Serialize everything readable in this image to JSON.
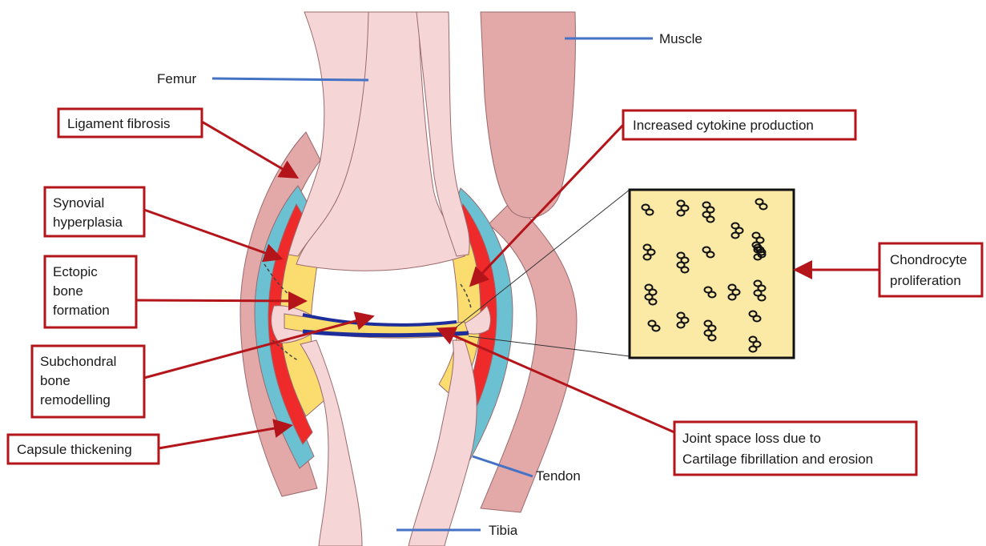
{
  "colors": {
    "bone": "#f5d5d6",
    "bone_outline": "#9a6a6d",
    "muscle": "#e3a8a8",
    "capsule": "#6bc1d2",
    "synovium": "#ee2a2a",
    "fluid": "#fbdc6e",
    "cartilage": "#1d2d9a",
    "callout_border": "#b3151b",
    "pointer_line": "#4472c4",
    "inset_fill": "#fbeaa6"
  },
  "labels": {
    "femur": "Femur",
    "muscle": "Muscle",
    "tendon": "Tendon",
    "tibia": "Tibia"
  },
  "callouts": {
    "ligament_fibrosis": "Ligament fibrosis",
    "synovial_hyperplasia": [
      "Synovial",
      "hyperplasia"
    ],
    "ectopic_bone_formation": [
      "Ectopic",
      "bone",
      "formation"
    ],
    "subchondral_bone_remodelling": [
      "Subchondral",
      "bone",
      "remodelling"
    ],
    "capsule_thickening": "Capsule thickening",
    "increased_cytokine_production": "Increased cytokine production",
    "chondrocyte_proliferation": [
      "Chondrocyte",
      "proliferation"
    ],
    "joint_space_loss": [
      "Joint space loss due to",
      "Cartilage fibrillation and erosion"
    ]
  }
}
